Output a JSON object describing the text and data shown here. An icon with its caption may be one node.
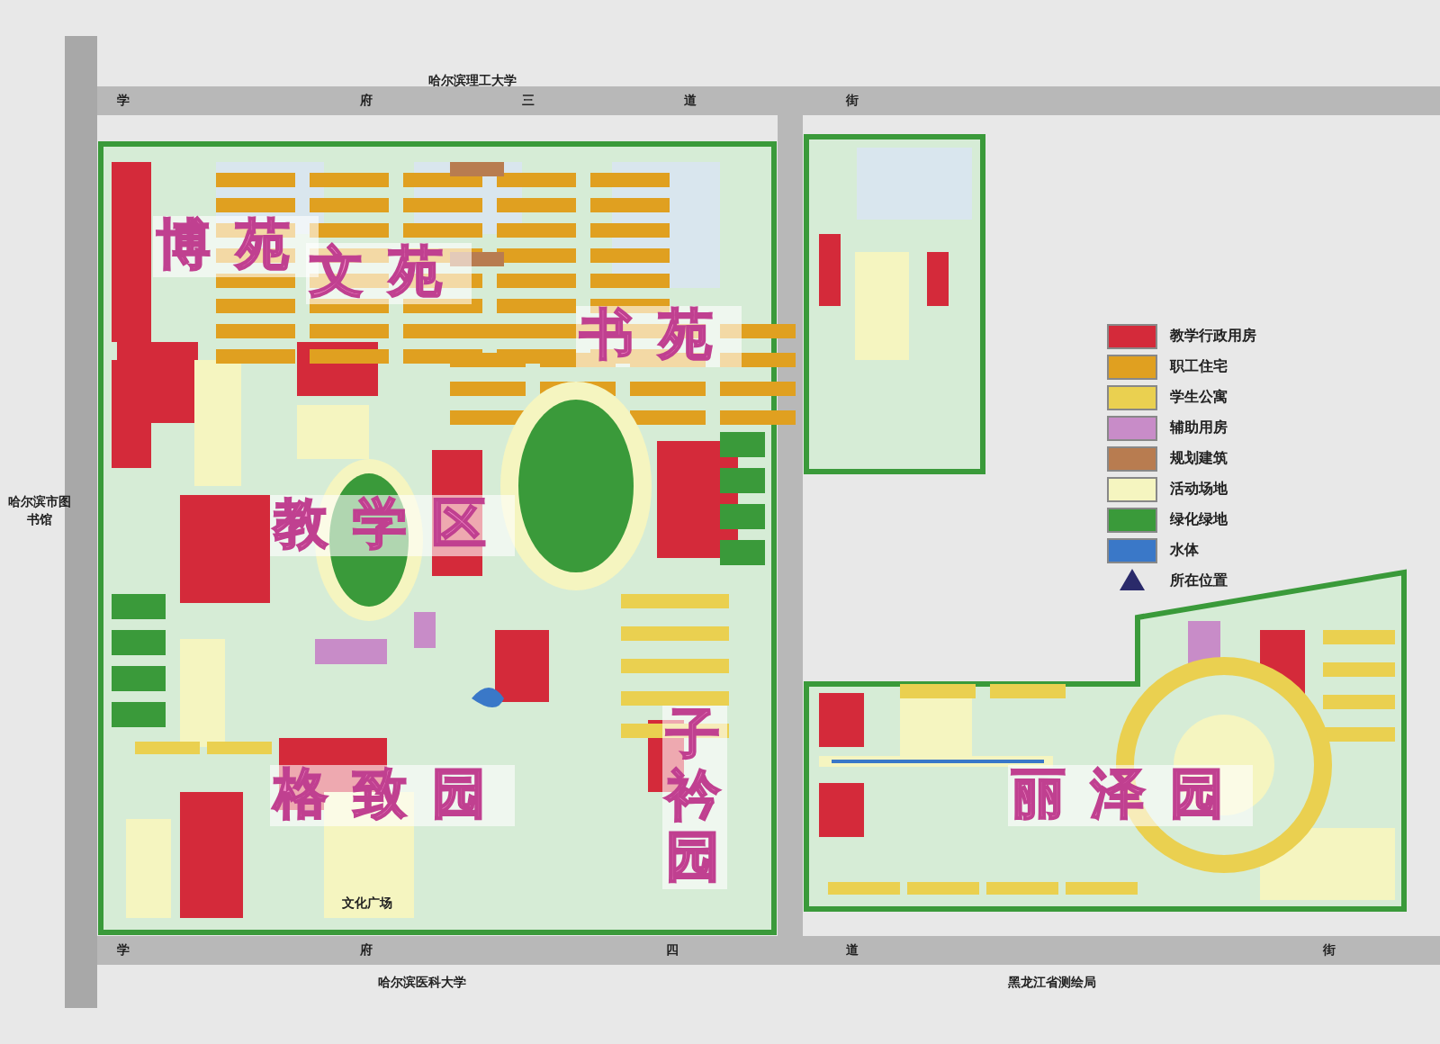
{
  "diagram": {
    "labels": [
      "哈尔滨理工大学",
      "学",
      "府",
      "三",
      "道",
      "街",
      "学",
      "府",
      "四",
      "道",
      "街",
      "哈尔滨医科大学",
      "黑龙江省测绘局",
      "哈尔滨市图书馆",
      "博苑",
      "文苑",
      "书苑",
      "教学区",
      "格致园",
      "子衿园",
      "丽泽园",
      "文化广场"
    ],
    "legend": [
      {
        "text": "教学行政用房",
        "color": "#d42a3a"
      },
      {
        "text": "职工住宅",
        "color": "#e0a020"
      },
      {
        "text": "学生公寓",
        "color": "#ead050"
      },
      {
        "text": "辅助用房",
        "color": "#c88cc8"
      },
      {
        "text": "规划建筑",
        "color": "#b87c50"
      },
      {
        "text": "活动场地",
        "color": "#f5f5c0"
      },
      {
        "text": "绿化绿地",
        "color": "#3a9a3a"
      },
      {
        "text": "水体",
        "color": "#3a78c8"
      },
      {
        "text": "所在位置"
      }
    ]
  }
}
